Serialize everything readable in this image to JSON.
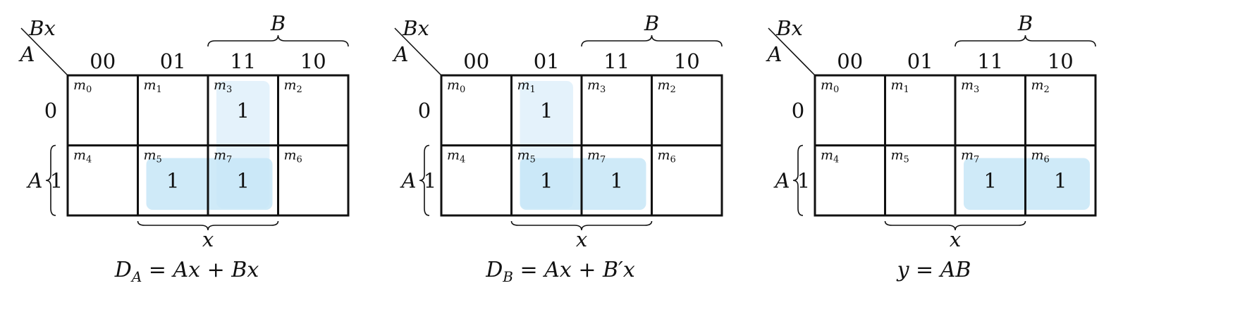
{
  "maps": [
    {
      "corner_col_label": "Bx",
      "corner_row_label": "A",
      "col_headers": [
        "00",
        "01",
        "11",
        "10"
      ],
      "row_headers": [
        "0",
        "1"
      ],
      "top_brace_label": "B",
      "left_brace_label": "A",
      "bottom_brace_label": "x",
      "minterms": [
        [
          "m",
          "0"
        ],
        [
          "m",
          "1"
        ],
        [
          "m",
          "3"
        ],
        [
          "m",
          "2"
        ],
        [
          "m",
          "4"
        ],
        [
          "m",
          "5"
        ],
        [
          "m",
          "7"
        ],
        [
          "m",
          "6"
        ]
      ],
      "values": [
        "",
        "",
        "1",
        "",
        "",
        "1",
        "1",
        ""
      ],
      "equation": {
        "lhs": "D",
        "lhs_sub": "A",
        "rhs": " = Ax + Bx"
      },
      "groups": [
        {
          "cells": [
            2,
            6
          ],
          "shade": "#dff0fa"
        },
        {
          "cells": [
            5,
            6
          ],
          "shade": "#c7e6f7"
        }
      ]
    },
    {
      "corner_col_label": "Bx",
      "corner_row_label": "A",
      "col_headers": [
        "00",
        "01",
        "11",
        "10"
      ],
      "row_headers": [
        "0",
        "1"
      ],
      "top_brace_label": "B",
      "left_brace_label": "A",
      "bottom_brace_label": "x",
      "minterms": [
        [
          "m",
          "0"
        ],
        [
          "m",
          "1"
        ],
        [
          "m",
          "3"
        ],
        [
          "m",
          "2"
        ],
        [
          "m",
          "4"
        ],
        [
          "m",
          "5"
        ],
        [
          "m",
          "7"
        ],
        [
          "m",
          "6"
        ]
      ],
      "values": [
        "",
        "1",
        "",
        "",
        "",
        "1",
        "1",
        ""
      ],
      "equation": {
        "lhs": "D",
        "lhs_sub": "B",
        "rhs": " = Ax + B′x"
      },
      "groups": [
        {
          "cells": [
            1,
            5
          ],
          "shade": "#dff0fa"
        },
        {
          "cells": [
            5,
            6
          ],
          "shade": "#c7e6f7"
        }
      ]
    },
    {
      "corner_col_label": "Bx",
      "corner_row_label": "A",
      "col_headers": [
        "00",
        "01",
        "11",
        "10"
      ],
      "row_headers": [
        "0",
        "1"
      ],
      "top_brace_label": "B",
      "left_brace_label": "A",
      "bottom_brace_label": "x",
      "minterms": [
        [
          "m",
          "0"
        ],
        [
          "m",
          "1"
        ],
        [
          "m",
          "3"
        ],
        [
          "m",
          "2"
        ],
        [
          "m",
          "4"
        ],
        [
          "m",
          "5"
        ],
        [
          "m",
          "7"
        ],
        [
          "m",
          "6"
        ]
      ],
      "values": [
        "",
        "",
        "",
        "",
        "",
        "",
        "1",
        "1"
      ],
      "equation": {
        "lhs": "y",
        "lhs_sub": "",
        "rhs": " = AB"
      },
      "groups": [
        {
          "cells": [
            6,
            7
          ],
          "shade": "#c7e6f7"
        }
      ]
    }
  ]
}
